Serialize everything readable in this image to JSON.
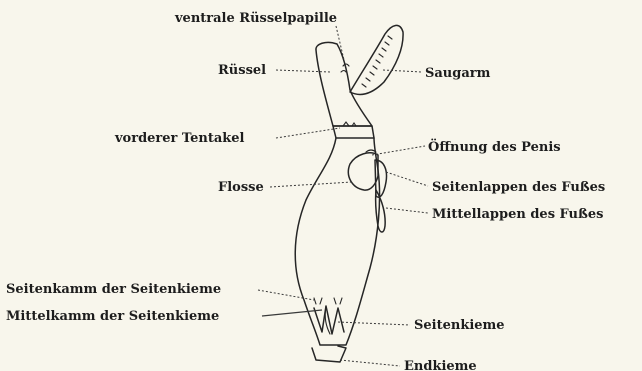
{
  "labels": {
    "ventral_papilla": "ventrale Rüsselpapille",
    "proboscis": "Rüssel",
    "sucking_arm": "Saugarm",
    "anterior_tentacle": "vorderer Tentakel",
    "penis_opening": "Öffnung des Penis",
    "fin": "Flosse",
    "lateral_foot_lobes": "Seitenlappen des Fußes",
    "middle_foot_lobe": "Mittellappen des Fußes",
    "lateral_crest_lateral_gill": "Seitenkamm der Seitenkieme",
    "middle_crest_lateral_gill": "Mittelkamm der Seitenkieme",
    "lateral_gill": "Seitenkieme",
    "end_gill": "Endkieme"
  }
}
